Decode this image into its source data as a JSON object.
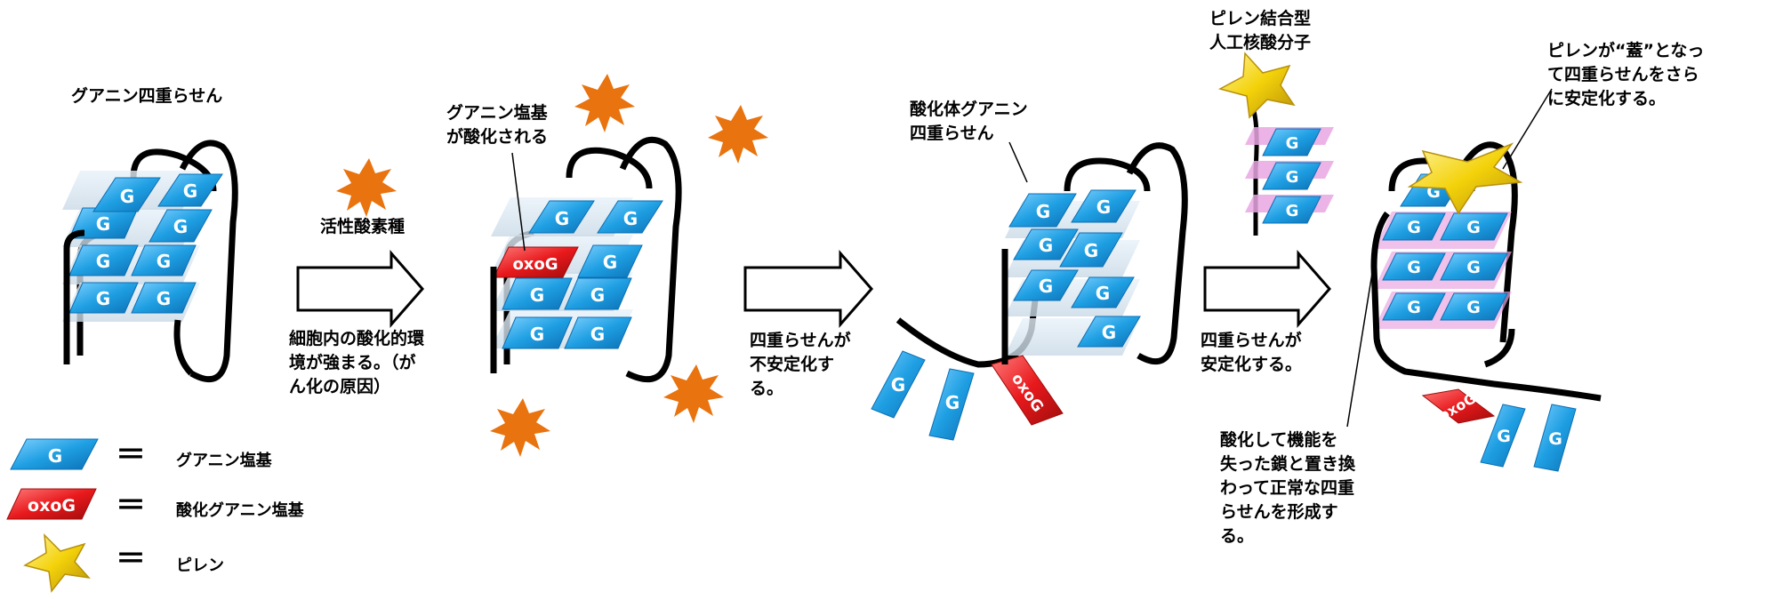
{
  "stages": {
    "s1_title": "グアニン四重らせん",
    "ros_label": "活性酸素種",
    "cause_text": "細胞内の酸化的環\n境が強まる。（が\nん化の原因）",
    "s2_title": "グアニン塩基\nが酸化される",
    "destab_text": "四重らせんが\n不安定化す\nる。",
    "s3_title": "酸化体グアニン\n四重らせん",
    "probe_label": "ピレン結合型\n人工核酸分子",
    "stab_text": "四重らせんが\n安定化する。",
    "cap_text": "ピレンが“蓋”となっ\nて四重らせんをさら\nに安定化する。",
    "replace_text": "酸化して機能を\n失った鎖と置き換\nわって正常な四重\nらせんを形成す\nる。"
  },
  "glyphs": {
    "g": "G",
    "oxog": "oxoG"
  },
  "legend": {
    "equals": "＝",
    "guanine": "グアニン塩基",
    "oxoguanine": "酸化グアニン塩基",
    "pyrene": "ピレン"
  },
  "colors": {
    "guanine_blue": "#1f9fe3",
    "oxog_red": "#e8191c",
    "ros_orange": "#e8730f",
    "pyrene_yellow": "#f3d20a",
    "pink_layer": "#e9a6e3"
  }
}
